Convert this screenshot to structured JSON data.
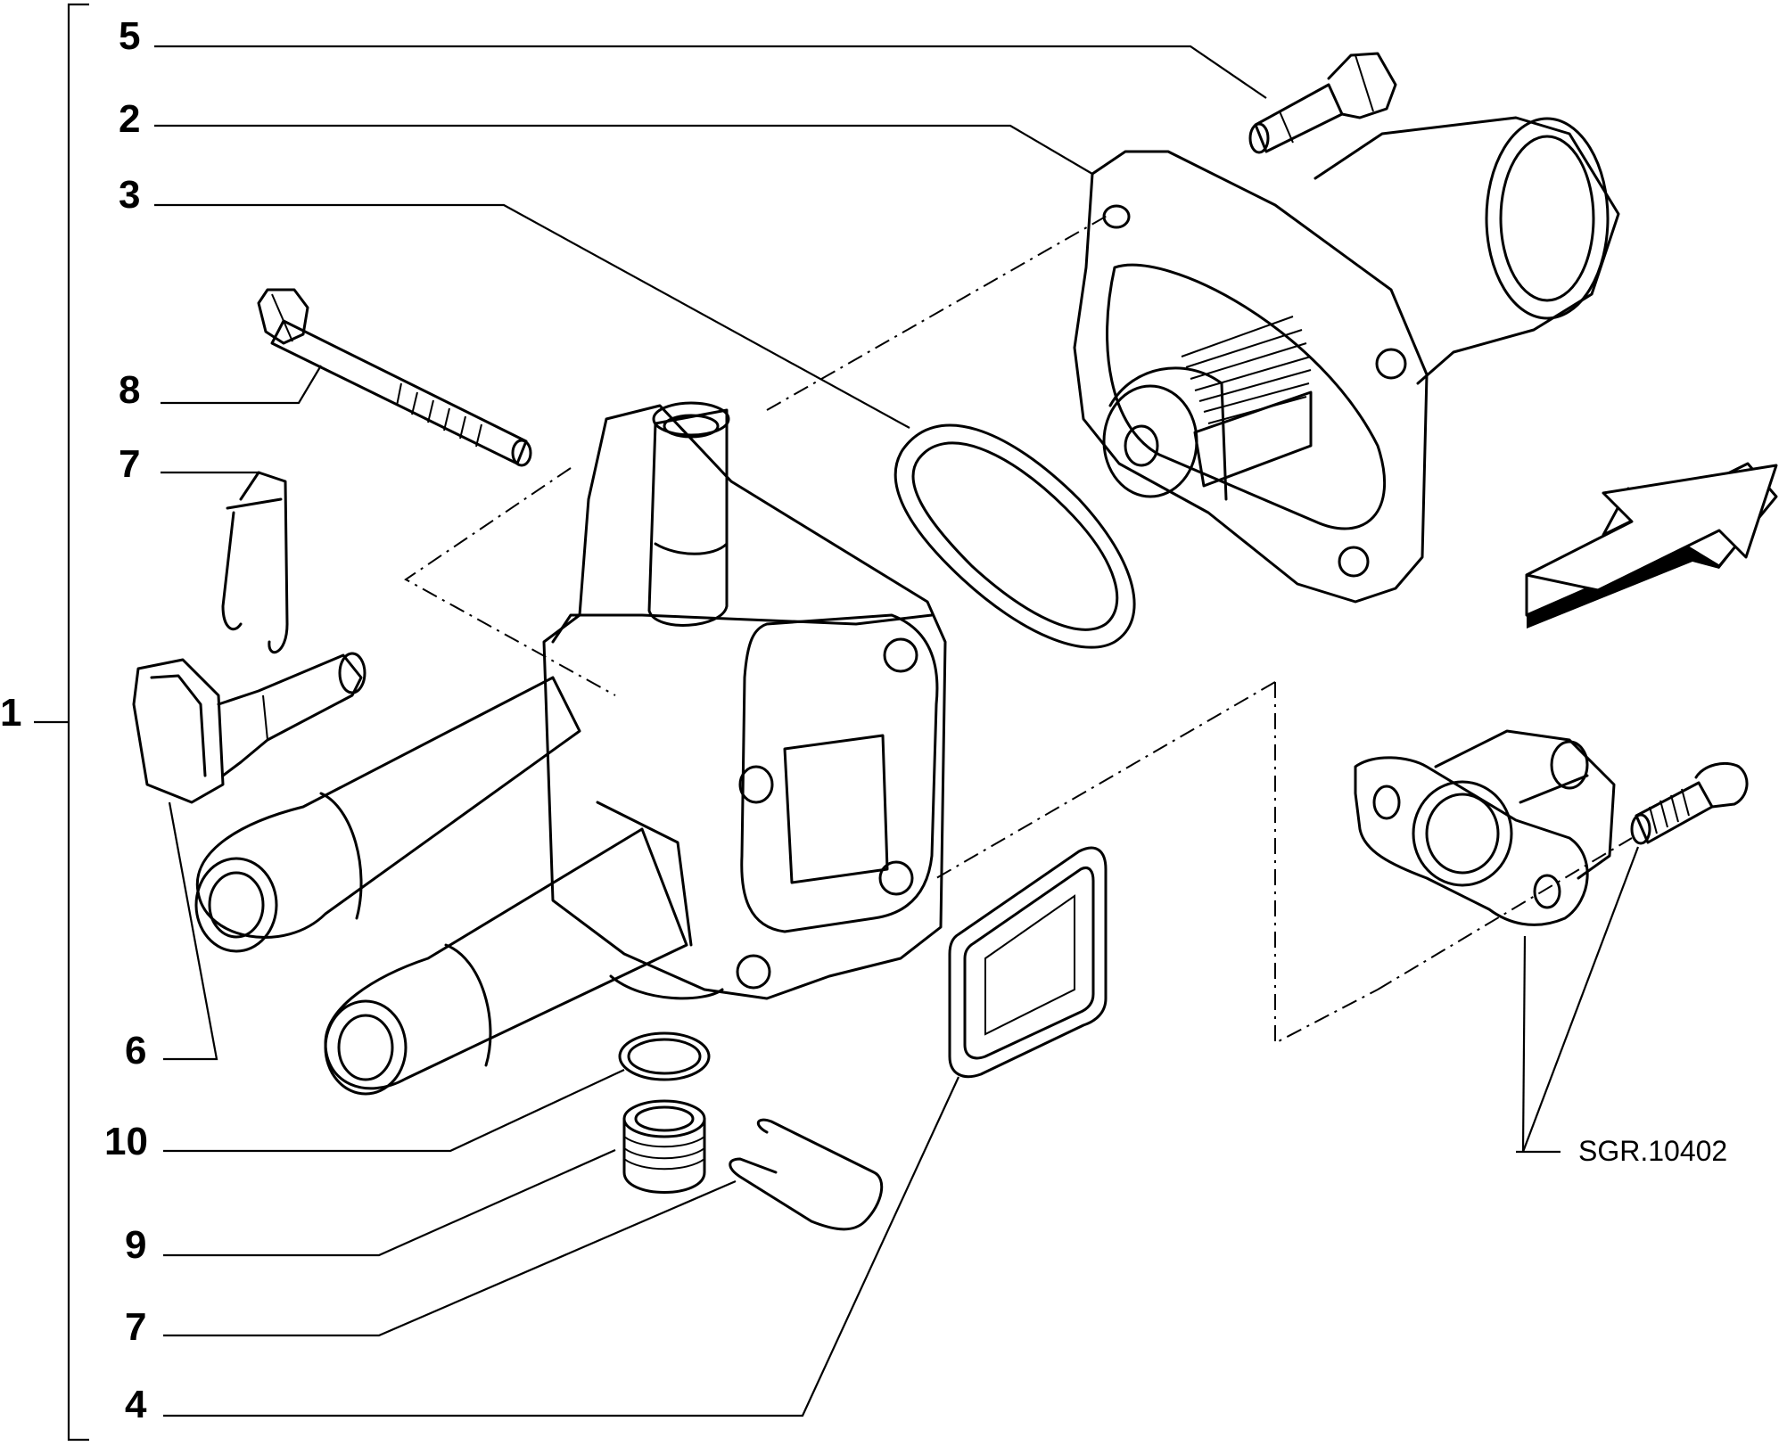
{
  "callouts": {
    "c1": "1",
    "c5": "5",
    "c2": "2",
    "c3": "3",
    "c8": "8",
    "c7a": "7",
    "c6": "6",
    "c10": "10",
    "c9": "9",
    "c7b": "7",
    "c4": "4"
  },
  "reference_code": "SGR.10402",
  "icons": {
    "direction_arrow": "arrow-icon"
  }
}
